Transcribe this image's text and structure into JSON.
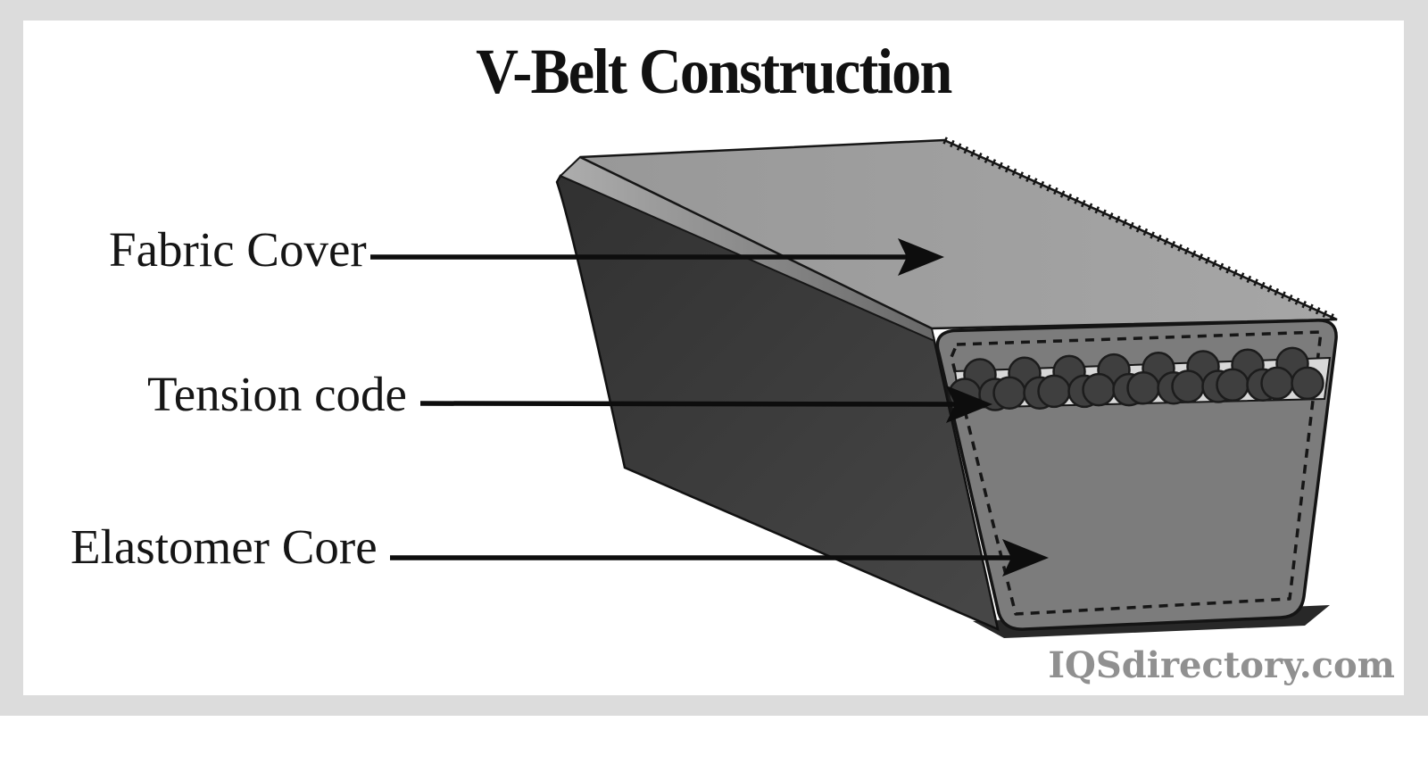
{
  "title": "V-Belt Construction",
  "watermark": "IQSdirectory.com",
  "labels": [
    {
      "id": "fabric-cover",
      "text": "Fabric Cover"
    },
    {
      "id": "tension-code",
      "text": "Tension code"
    },
    {
      "id": "elastomer-core",
      "text": "Elastomer Core"
    }
  ],
  "diagram": {
    "subject": "3D cutaway illustration of a V-belt showing its construction layers",
    "cord_clusters": 8,
    "cords_per_cluster": 3,
    "colors": {
      "frame": "#dcdcdc",
      "background": "#ffffff",
      "top_face": "#9e9e9e",
      "side_face": "#3a3a3a",
      "section_face": "#7c7c7c",
      "cord_band": "#d8d8d8",
      "cord_fill": "#3f3f3f",
      "outline": "#161616",
      "label_text": "#151515",
      "watermark_text": "#909090"
    }
  }
}
